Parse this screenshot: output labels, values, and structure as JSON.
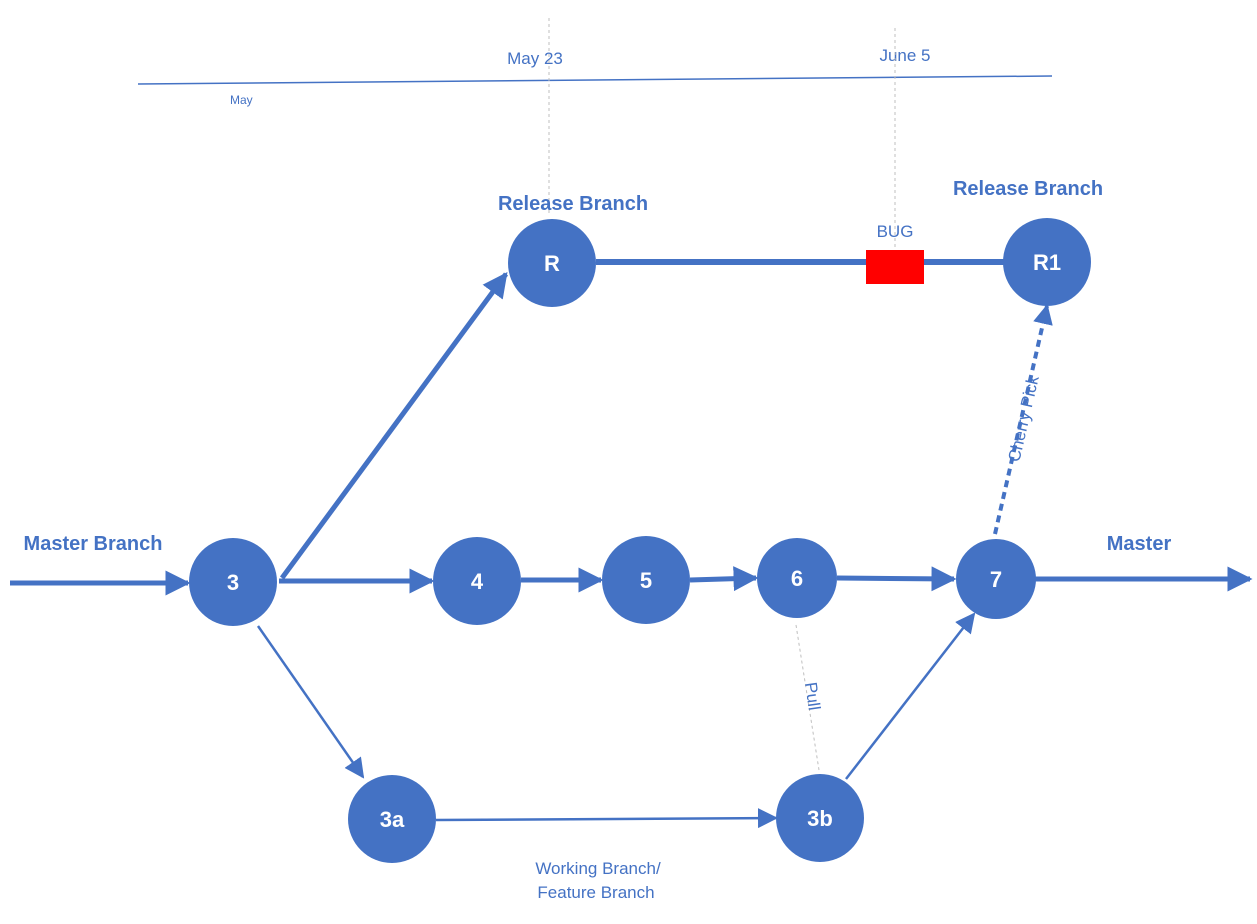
{
  "timeline": {
    "month_label": "May",
    "date_1": "May 23",
    "date_2": "June 5"
  },
  "branches": {
    "release_left": "Release Branch",
    "release_right": "Release Branch",
    "master_left": "Master Branch",
    "master_right": "Master",
    "working_line_1": "Working Branch/",
    "working_line_2": "Feature Branch"
  },
  "nodes": {
    "n3": "3",
    "n4": "4",
    "n5": "5",
    "n6": "6",
    "n7": "7",
    "r": "R",
    "r1": "R1",
    "n3a": "3a",
    "n3b": "3b"
  },
  "annotations": {
    "bug": "BUG",
    "cherry_pick": "Cherry Pick",
    "pull": "Pull"
  },
  "colors": {
    "primary": "#4472C4",
    "bug": "#FF0000",
    "guide": "#BFBFBF"
  }
}
